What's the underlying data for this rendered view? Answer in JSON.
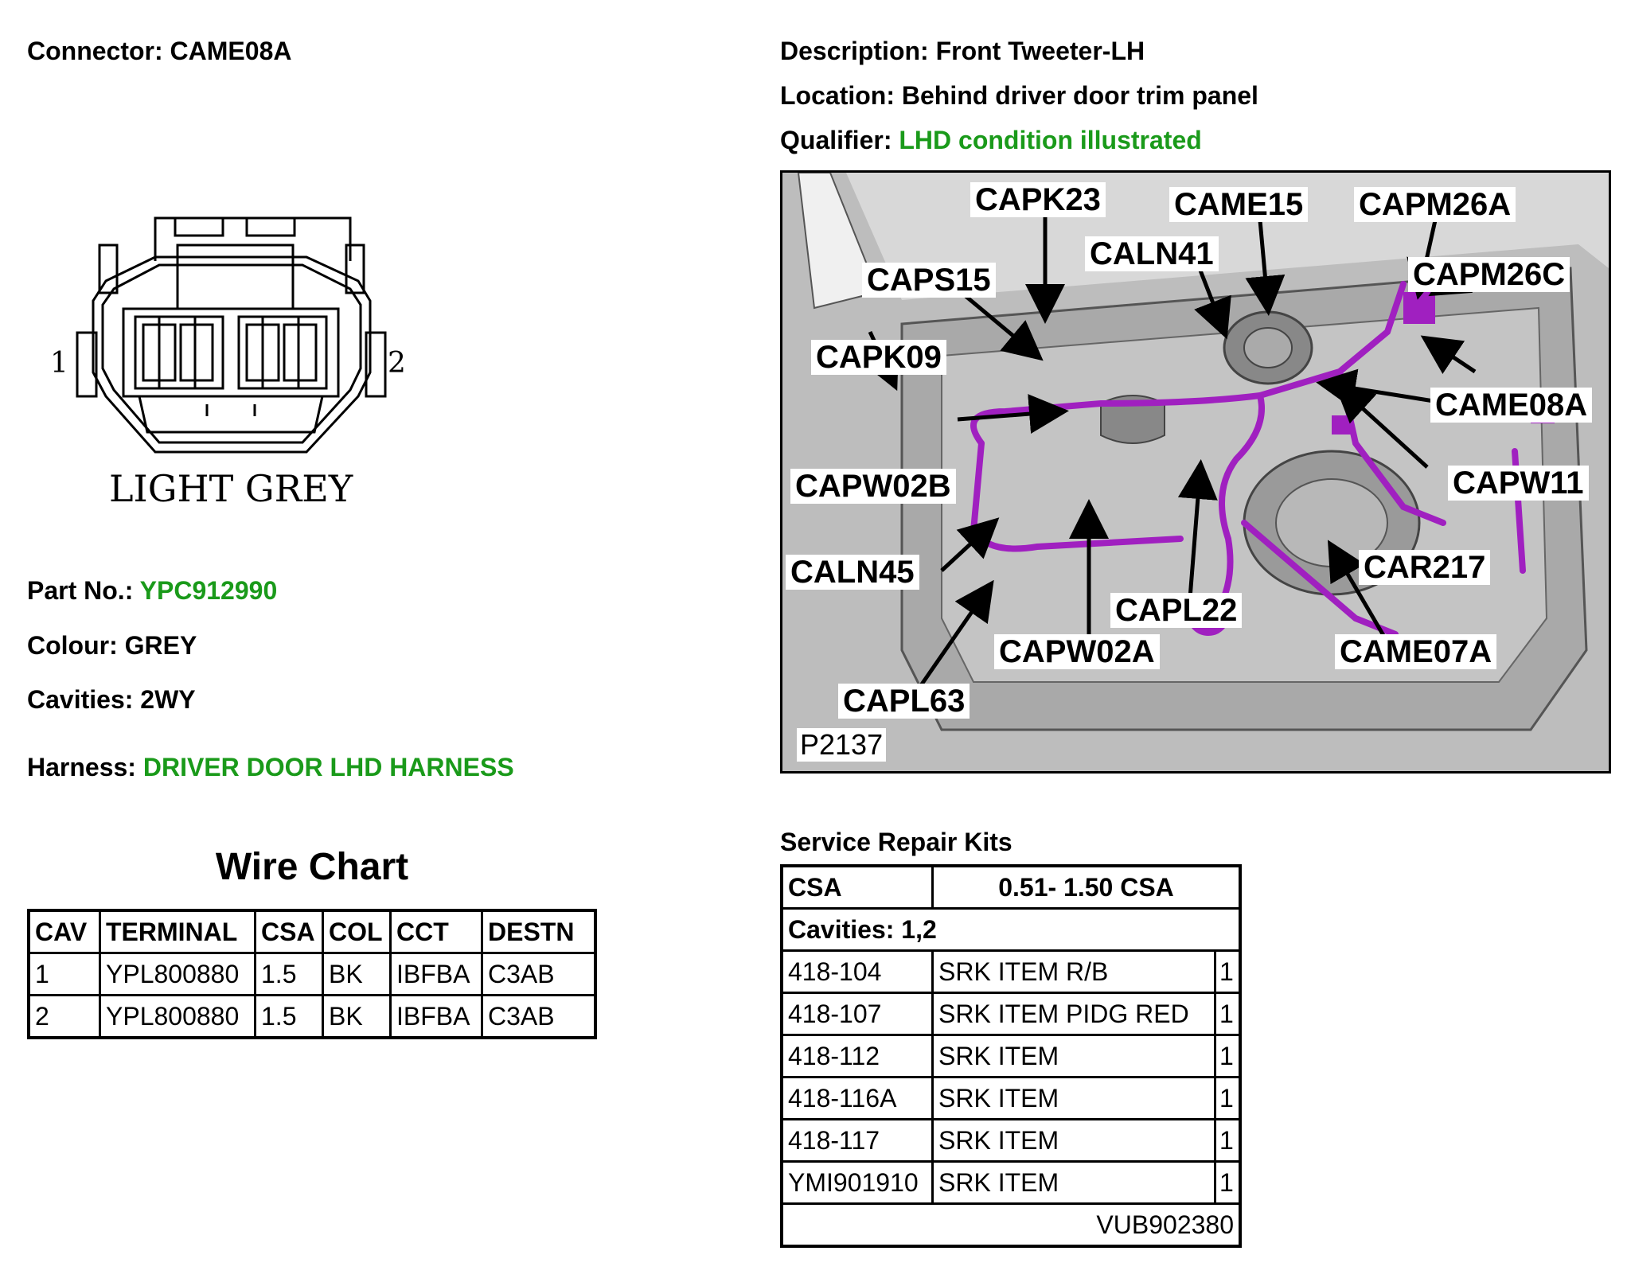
{
  "connector": {
    "label": "Connector:",
    "value": "CAME08A"
  },
  "description": {
    "label": "Description:",
    "value": "Front Tweeter-LH"
  },
  "location": {
    "label": "Location:",
    "value": "Behind driver door trim panel"
  },
  "qualifier": {
    "label": "Qualifier:",
    "value": "LHD condition illustrated"
  },
  "diagram": {
    "pin1": "1",
    "pin2": "2",
    "colour_text": "LIGHT GREY"
  },
  "part_no": {
    "label": "Part No.:",
    "value": "YPC912990"
  },
  "colour": {
    "label": "Colour:",
    "value": "GREY"
  },
  "cavities": {
    "label": "Cavities:",
    "value": "2WY"
  },
  "harness": {
    "label": "Harness:",
    "value": "DRIVER DOOR LHD HARNESS"
  },
  "wire_chart": {
    "title": "Wire Chart",
    "headers": [
      "CAV",
      "TERMINAL",
      "CSA",
      "COL",
      "CCT",
      "DESTN"
    ],
    "rows": [
      [
        "1",
        "YPL800880",
        "1.5",
        "BK",
        "IBFBA",
        "C3AB"
      ],
      [
        "2",
        "YPL800880",
        "1.5",
        "BK",
        "IBFBA",
        "C3AB"
      ]
    ]
  },
  "door_image": {
    "ref": "P2137",
    "callouts": [
      "CAPK23",
      "CAME15",
      "CAPM26A",
      "CALN41",
      "CAPS15",
      "CAPM26C",
      "CAPK09",
      "CAME08A",
      "CAPW11",
      "CAPW02B",
      "CAR217",
      "CALN45",
      "CAPL22",
      "CAPW02A",
      "CAME07A",
      "CAPL63"
    ],
    "harness_color": "#a020c0"
  },
  "service_kits": {
    "title": "Service Repair Kits",
    "csa_label": "CSA",
    "csa_value": "0.51- 1.50 CSA",
    "cavities": "Cavities: 1,2",
    "rows": [
      [
        "418-104",
        "SRK ITEM R/B",
        "1"
      ],
      [
        "418-107",
        "SRK ITEM PIDG RED",
        "1"
      ],
      [
        "418-112",
        "SRK ITEM",
        "1"
      ],
      [
        "418-116A",
        "SRK ITEM",
        "1"
      ],
      [
        "418-117",
        "SRK ITEM",
        "1"
      ],
      [
        "YMI901910",
        "SRK ITEM",
        "1"
      ]
    ],
    "footer": "VUB902380"
  }
}
